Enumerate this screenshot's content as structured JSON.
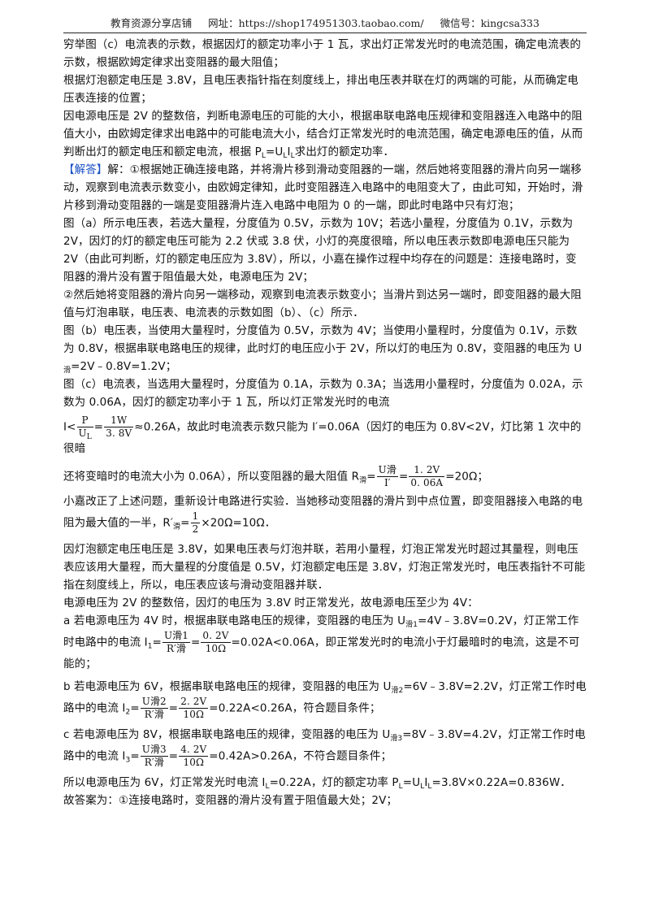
{
  "header": {
    "shop": "教育资源分享店铺",
    "site": "网址：https://shop174951303.taobao.com/",
    "wechat": "微信号：kingcsa333"
  },
  "analysis": {
    "p1": "穷举图（c）电流表的示数，根据因灯的额定功率小于 1 瓦，求出灯正常发光时的电流范围，确定电流表的示数，根据欧姆定律求出变阻器的最大阻值；",
    "p2": "根据灯泡额定电压是 3.8V，且电压表指针指在刻度线上，排出电压表并联在灯的两端的可能，从而确定电压表连接的位置；",
    "p3a": "因电源电压是 2V 的整数倍，判断电源电压的可能的大小，根据串联电路电压规律和变阻器连入电路中的阻值大小，由欧姆定律求出电路中的可能电流大小，结合灯正常发光时的电流范围，确定电源电压的值，从而判断出灯的额定电压和额定电流，根据 P",
    "p3b": "=U",
    "p3c": "I",
    "p3d": "求出灯的额定功率．",
    "sub_L": "L"
  },
  "solution": {
    "tag": "【解答】",
    "s1": "解：①根据她正确连接电路，并将滑片移到滑动变阻器的一端，然后她将变阻器的滑片向另一端移动，观察到电流表示数变小，由欧姆定律知，此时变阻器连入电路中的电阻变大了，由此可知，开始时，滑片移到滑动变阻器的一端是变阻器滑片连入电路中电阻为 0 的一端，即此时电路中只有灯泡；",
    "s2": "图（a）所示电压表，若选大量程，分度值为 0.5V，示数为 10V；若选小量程，分度值为 0.1V，示数为 2V，因灯的灯的额定电压可能为 2.2 伏或 3.8 伏，小灯的亮度很暗，所以电压表示数即电源电压只能为 2V（由此可判断，灯的额定电压应为 3.8V），所以，小嘉在操作过程中均存在的问题是：连接电路时，变阻器的滑片没有置于阻值最大处，电源电压为 2V；",
    "s3": "②然后她将变阻器的滑片向另一端移动，观察到电流表示数变小；当滑片到达另一端时，即变阻器的最大阻值与灯泡串联，电压表、电流表的示数如图（b）、（c）所示．",
    "s4a": "图（b）电压表，当使用大量程时，分度值为 0.5V，示数为 4V；当使用小量程时，分度值为 0.1V，示数为 0.8V，根据串联电路电压的规律，此时灯的电压应小于 2V，所以灯的电压为 0.8V，变阻器的电压为 U",
    "s4b": "=2V﹣0.8V=1.2V；",
    "sub_hua": "滑",
    "s5": "图（c）电流表，当选用大量程时，分度值为 0.1A，示数为 0.3A；当选用小量程时，分度值为 0.02A，示数为 0.06A，因灯的额定功率小于 1 瓦，所以灯正常发光时的电流",
    "f1_prefix": "I<",
    "f1_n1": "P",
    "f1_d1": "U",
    "f1_n2": "1W",
    "f1_d2": "3. 8V",
    "f1_tail": "≈0.26A，故此时电流表示数只能为 I′=0.06A（因灯的电压为 0.8V<2V，灯比第 1 次中的很暗",
    "f2_head": "还将变暗时的电流大小为 0.06A），所以变阻器的最大阻值 R",
    "f2_n1": "U滑",
    "f2_d1": "I′",
    "f2_n2": "1. 2V",
    "f2_d2": "0. 06A",
    "f2_tail": "=20Ω；",
    "f3_head": "小嘉改正了上述问题，重新设计电路进行实验．当她移动变阻器的滑片到中点位置，即变阻器接入电路的电阻为最大值的一半，R′",
    "f3_n": "1",
    "f3_d": "2",
    "f3_tail": "×20Ω=10Ω．",
    "s6": "因灯泡额定电压电压是 3.8V，如果电压表与灯泡并联，若用小量程，灯泡正常发光时超过其量程，则电压表应该用大量程，而大量程的分度值是 0.5V，灯泡额定电压是 3.8V，灯泡正常发光时，电压表指针不可能指在刻度线上，所以，电压表应该与滑动变阻器并联．",
    "s7": "电源电压为 2V 的整数倍，因灯的电压为 3.8V 时正常发光，故电源电压至少为 4V：",
    "a_head": "a 若电源电压为 4V 时，根据串联电路电压的规律，变阻器的电压为 U",
    "a_sub": "滑1",
    "a_mid": "=4V﹣3.8V=0.2V，灯正常工作时电路中的电流 I",
    "a_sub2": "1",
    "a_n1": "U滑1",
    "a_d1": "R′滑",
    "a_n2": "0. 2V",
    "a_d2": "10Ω",
    "a_tail": "=0.02A<0.06A，即正常发光时的电流小于灯最暗时的电流，这是不可能的；",
    "b_head": "b 若电源电压为 6V，根据串联电路电压的规律，变阻器的电压为 U",
    "b_sub": "滑2",
    "b_mid": "=6V﹣3.8V=2.2V，灯正常工作时电路中的电流 I",
    "b_sub2": "2",
    "b_n1": "U滑2",
    "b_d1": "R′滑",
    "b_n2": "2. 2V",
    "b_d2": "10Ω",
    "b_tail": "=0.22A<0.26A，符合题目条件；",
    "c_head": "c 若电源电压为 8V，根据串联电路电压的规律，变阻器的电压为 U",
    "c_sub": "滑3",
    "c_mid": "=8V﹣3.8V=4.2V，灯正常工作时电路中的电流 I",
    "c_sub2": "3",
    "c_n1": "U滑3",
    "c_d1": "R′滑",
    "c_n2": "4. 2V",
    "c_d2": "10Ω",
    "c_tail": "=0.42A>0.26A，不符合题目条件；",
    "final_a": "所以电源电压为 6V，灯正常发光时电流 I",
    "final_b": "=0.22A，灯的额定功率 P",
    "final_c": "=U",
    "final_d": "I",
    "final_e": "=3.8V×0.22A=0.836W．",
    "answer": "故答案为：①连接电路时，变阻器的滑片没有置于阻值最大处；2V；"
  }
}
